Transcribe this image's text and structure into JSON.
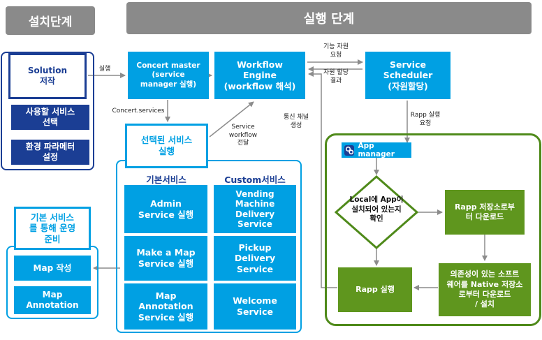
{
  "phases": {
    "install": "설치단계",
    "run": "실행 단계"
  },
  "install": {
    "solution": "Solution\n저작",
    "select_service": "사용할 서비스\n선택",
    "env_params": "환경 파라메터\n설정"
  },
  "run": {
    "concert_master": "Concert master\n(service\nmanager 실행)",
    "workflow_engine": "Workflow\nEngine\n(workflow 해석)",
    "service_scheduler": "Service\nScheduler\n(자원할당)",
    "selected_service": "선택된 서비스\n실행",
    "basic_header": "기본서비스",
    "custom_header": "Custom서비스",
    "basic_services": [
      "Admin\nService 실행",
      "Make a Map\nService 실행",
      "Map\nAnnotation\nService 실행"
    ],
    "custom_services": [
      "Vending\nMachine\nDelivery\nService",
      "Pickup\nDelivery\nService",
      "Welcome\nService"
    ]
  },
  "prep": {
    "title": "기본 서비스\n를 통해 운영\n준비",
    "items": [
      "Map 작성",
      "Map\nAnnotation"
    ]
  },
  "app": {
    "manager": "App manager",
    "decision": "Local에 App이\n설치되어 있는지\n확인",
    "download": "Rapp 저장소로부\n터 다운로드",
    "deps": "의존성이 있는 소프트\n웨어를 Native 저장소\n로부터 다운로드\n/ 설치",
    "rapp_run": "Rapp 실행"
  },
  "arrow_labels": {
    "run": "실행",
    "concert_services": "Concert.services",
    "workflow_transfer": "Service\nworkflow\n전달",
    "func_request": "기능 자원\n요청",
    "alloc_result": "자원 할당\n결과",
    "comm_channel": "통신 채널\n생성",
    "rapp_run_request": "Rapp 실행\n요청"
  },
  "colors": {
    "phase_gray": "#8a8a8a",
    "primary_blue": "#00a0e3",
    "navy": "#1b3e94",
    "green": "#5f961e",
    "green_frame": "#4f8a1a"
  }
}
